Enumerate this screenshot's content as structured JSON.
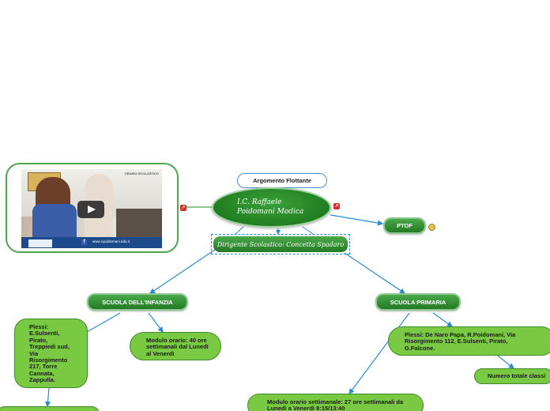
{
  "floating_topic": "Argomento Flottante",
  "central": {
    "line1": "I.C. Raffaele",
    "line2": "Poidomani Modica"
  },
  "dirigente": "Dirigente Scolastico: Concetta Spadaro",
  "ptof": "PTOF",
  "infanzia": {
    "title": "SCUOLA DELL'INFANZIA",
    "plessi": "Plessi: E.Sulsenti, Pirato, Treppiedi sud, Via Risorgimento 217, Torre Cannata, Zappulla.",
    "modulo": "Modulo orario: 40 ore settimanali dal Lunedì al Venerdì"
  },
  "primaria": {
    "title": "SCUOLA PRIMARIA",
    "plessi": "Plessi: De Naro Papa, R.Poidomani, Via Risorgimento 112, E.Sulsenti, Pirato, G.Falcone.",
    "numero": "Numero totale classi",
    "modulo": "Modulo orario settimanale: 27 ore settimanali da Lunedì a Venerdì 8:15/13:40"
  },
  "video": {
    "watermark": "ORARIO SCOLASTICO",
    "footer": "www.icpoidomani.edu.it"
  },
  "colors": {
    "dark_green": "#237a23",
    "light_green": "#7ac943",
    "link_blue": "#2a8ad4"
  },
  "icons": [
    "play-icon",
    "facebook-icon",
    "link-icon",
    "note-icon"
  ]
}
